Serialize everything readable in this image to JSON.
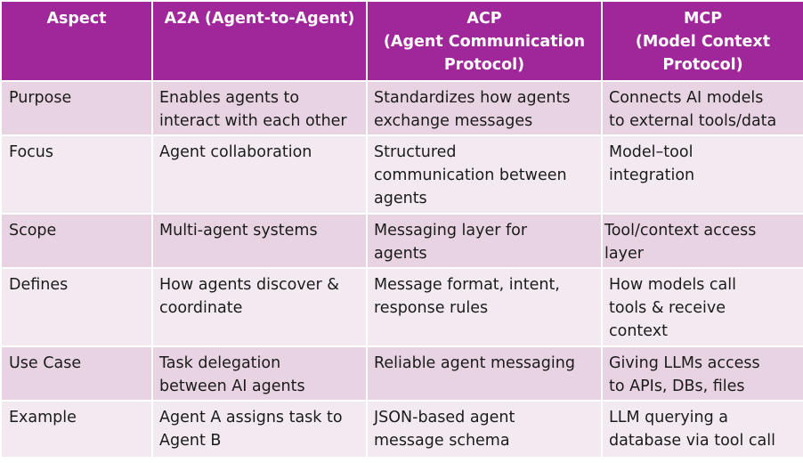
{
  "table": {
    "headers": [
      "Aspect",
      "A2A (Agent-to-Agent)",
      "ACP\n(Agent Communication\nProtocol)",
      "MCP\n(Model Context\nProtocol)"
    ],
    "rows": [
      {
        "aspect": "Purpose",
        "a2a": "Enables agents to\ninteract with each other",
        "acp": "Standardizes how agents\nexchange messages",
        "mcp": "Connects AI models\nto external tools/data"
      },
      {
        "aspect": "Focus",
        "a2a": "Agent collaboration",
        "acp": "Structured\ncommunication between\nagents",
        "mcp": "Model–tool\nintegration"
      },
      {
        "aspect": "Scope",
        "a2a": "Multi-agent systems",
        "acp": "Messaging layer for\nagents",
        "mcp": "Tool/context access\nlayer"
      },
      {
        "aspect": "Defines",
        "a2a": "How agents discover &\ncoordinate",
        "acp": "Message format, intent,\nresponse rules",
        "mcp": "How models call\ntools & receive\ncontext"
      },
      {
        "aspect": "Use Case",
        "a2a": "Task delegation\nbetween AI agents",
        "acp": "Reliable agent messaging",
        "mcp": "Giving LLMs access\nto APIs, DBs, files"
      },
      {
        "aspect": "Example",
        "a2a": "Agent A assigns task to\nAgent B",
        "acp": "JSON-based agent\nmessage schema",
        "mcp": "LLM querying a\ndatabase via tool call"
      }
    ]
  },
  "colors": {
    "header_bg": "#a0279a",
    "row_odd_bg": "#e8d3e3",
    "row_even_bg": "#f3eaf1",
    "header_text": "#ffffff",
    "body_text": "#1b1b1b"
  }
}
